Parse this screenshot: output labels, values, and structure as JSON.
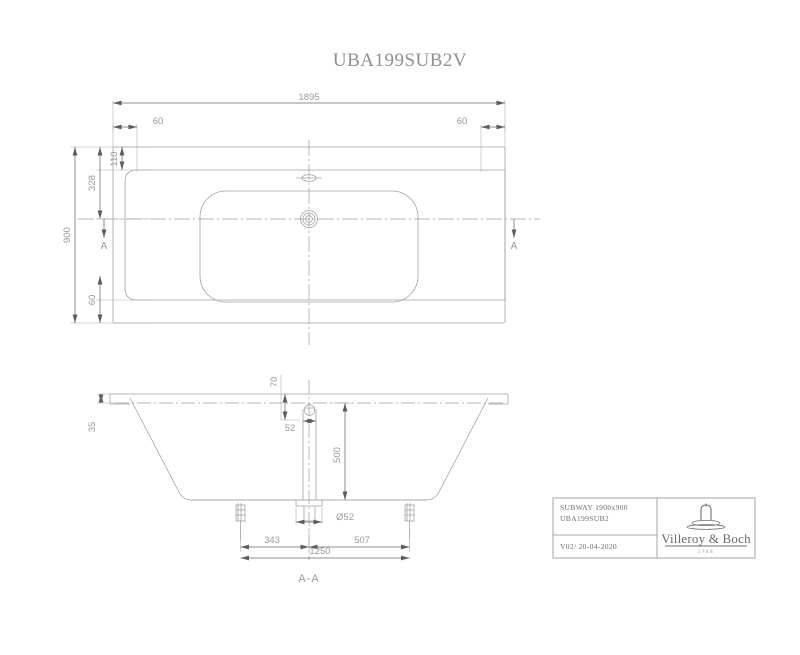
{
  "document": {
    "title": "UBA199SUB2V",
    "type": "technical-drawing",
    "product": "bathtub"
  },
  "plan_view": {
    "name": "top-plan-view",
    "dimensions": {
      "overall_length": "1895",
      "overall_width": "900",
      "rim_left": "60",
      "rim_right": "60",
      "overflow_offset": "110",
      "basin_top_offset": "328",
      "basin_bottom_offset": "60"
    },
    "section_markers": {
      "left": "A",
      "right": "A"
    },
    "features": {
      "drain": "drain-circle",
      "overflow": "overflow-ellipse",
      "centerline_h": "center-line-horizontal",
      "centerline_v": "center-line-vertical"
    }
  },
  "section_view": {
    "name": "section-a-a-view",
    "label": "A-A",
    "dimensions": {
      "rim_thickness": "35",
      "overflow_height": "70",
      "overflow_width": "52",
      "depth": "500",
      "drain_diameter": "Ø52",
      "foot_left_offset": "343",
      "foot_right_offset": "507",
      "foot_span": "1250"
    }
  },
  "title_block": {
    "name": "title-block",
    "product_line": "SUBWAY 1900x900",
    "product_code": "UBA199SUB2",
    "revision": "V02/ 20-04-2020",
    "brand": "Villeroy & Boch",
    "brand_year": "1748",
    "logo": "fountain-icon"
  },
  "colors": {
    "line": "#9d9d9d",
    "line_light": "#b4b4b4",
    "text": "#8f8f8f",
    "background": "#ffffff",
    "title_block_border": "#8a8a8a"
  }
}
